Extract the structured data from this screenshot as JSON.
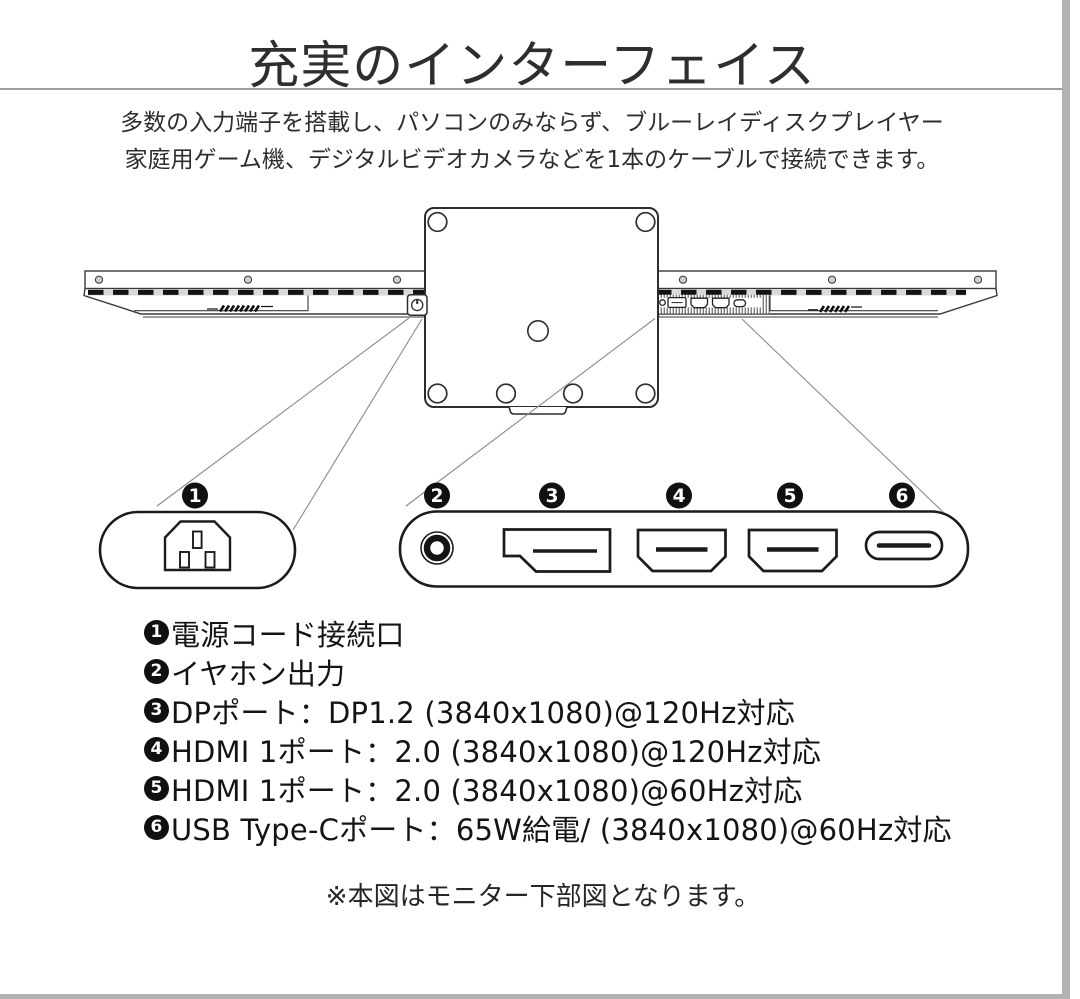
{
  "page": {
    "title": "充実のインターフェイス",
    "intro": [
      "多数の入力端子を搭載し、パソコンのみならず、ブルーレイディスクプレイヤー",
      "家庭用ゲーム機、デジタルビデオカメラなどを1本のケーブルで接続できます。"
    ],
    "footnote": "※本図はモニター下部図となります。"
  },
  "ports": [
    {
      "num": "1",
      "icon": "ac-power-inlet-icon",
      "label": "電源コード接続口"
    },
    {
      "num": "2",
      "icon": "audio-jack-icon",
      "label": "イヤホン出力"
    },
    {
      "num": "3",
      "icon": "displayport-icon",
      "label": "DPポート：DP1.2 (3840x1080)@120Hz対応"
    },
    {
      "num": "4",
      "icon": "hdmi-icon",
      "label": "HDMI 1ポート：2.0 (3840x1080)@120Hz対応"
    },
    {
      "num": "5",
      "icon": "hdmi-icon",
      "label": "HDMI 1ポート：2.0 (3840x1080)@60Hz対応"
    },
    {
      "num": "6",
      "icon": "usb-c-icon",
      "label": "USB Type-Cポート：65W給電/ (3840x1080)@60Hz対応"
    }
  ],
  "colors": {
    "ink": "#1a1a1a",
    "outline": "#3a3a3a",
    "callout": "#8b8b8b",
    "photo_edge": "#b2b2b2",
    "divider": "#9c9c9c"
  }
}
